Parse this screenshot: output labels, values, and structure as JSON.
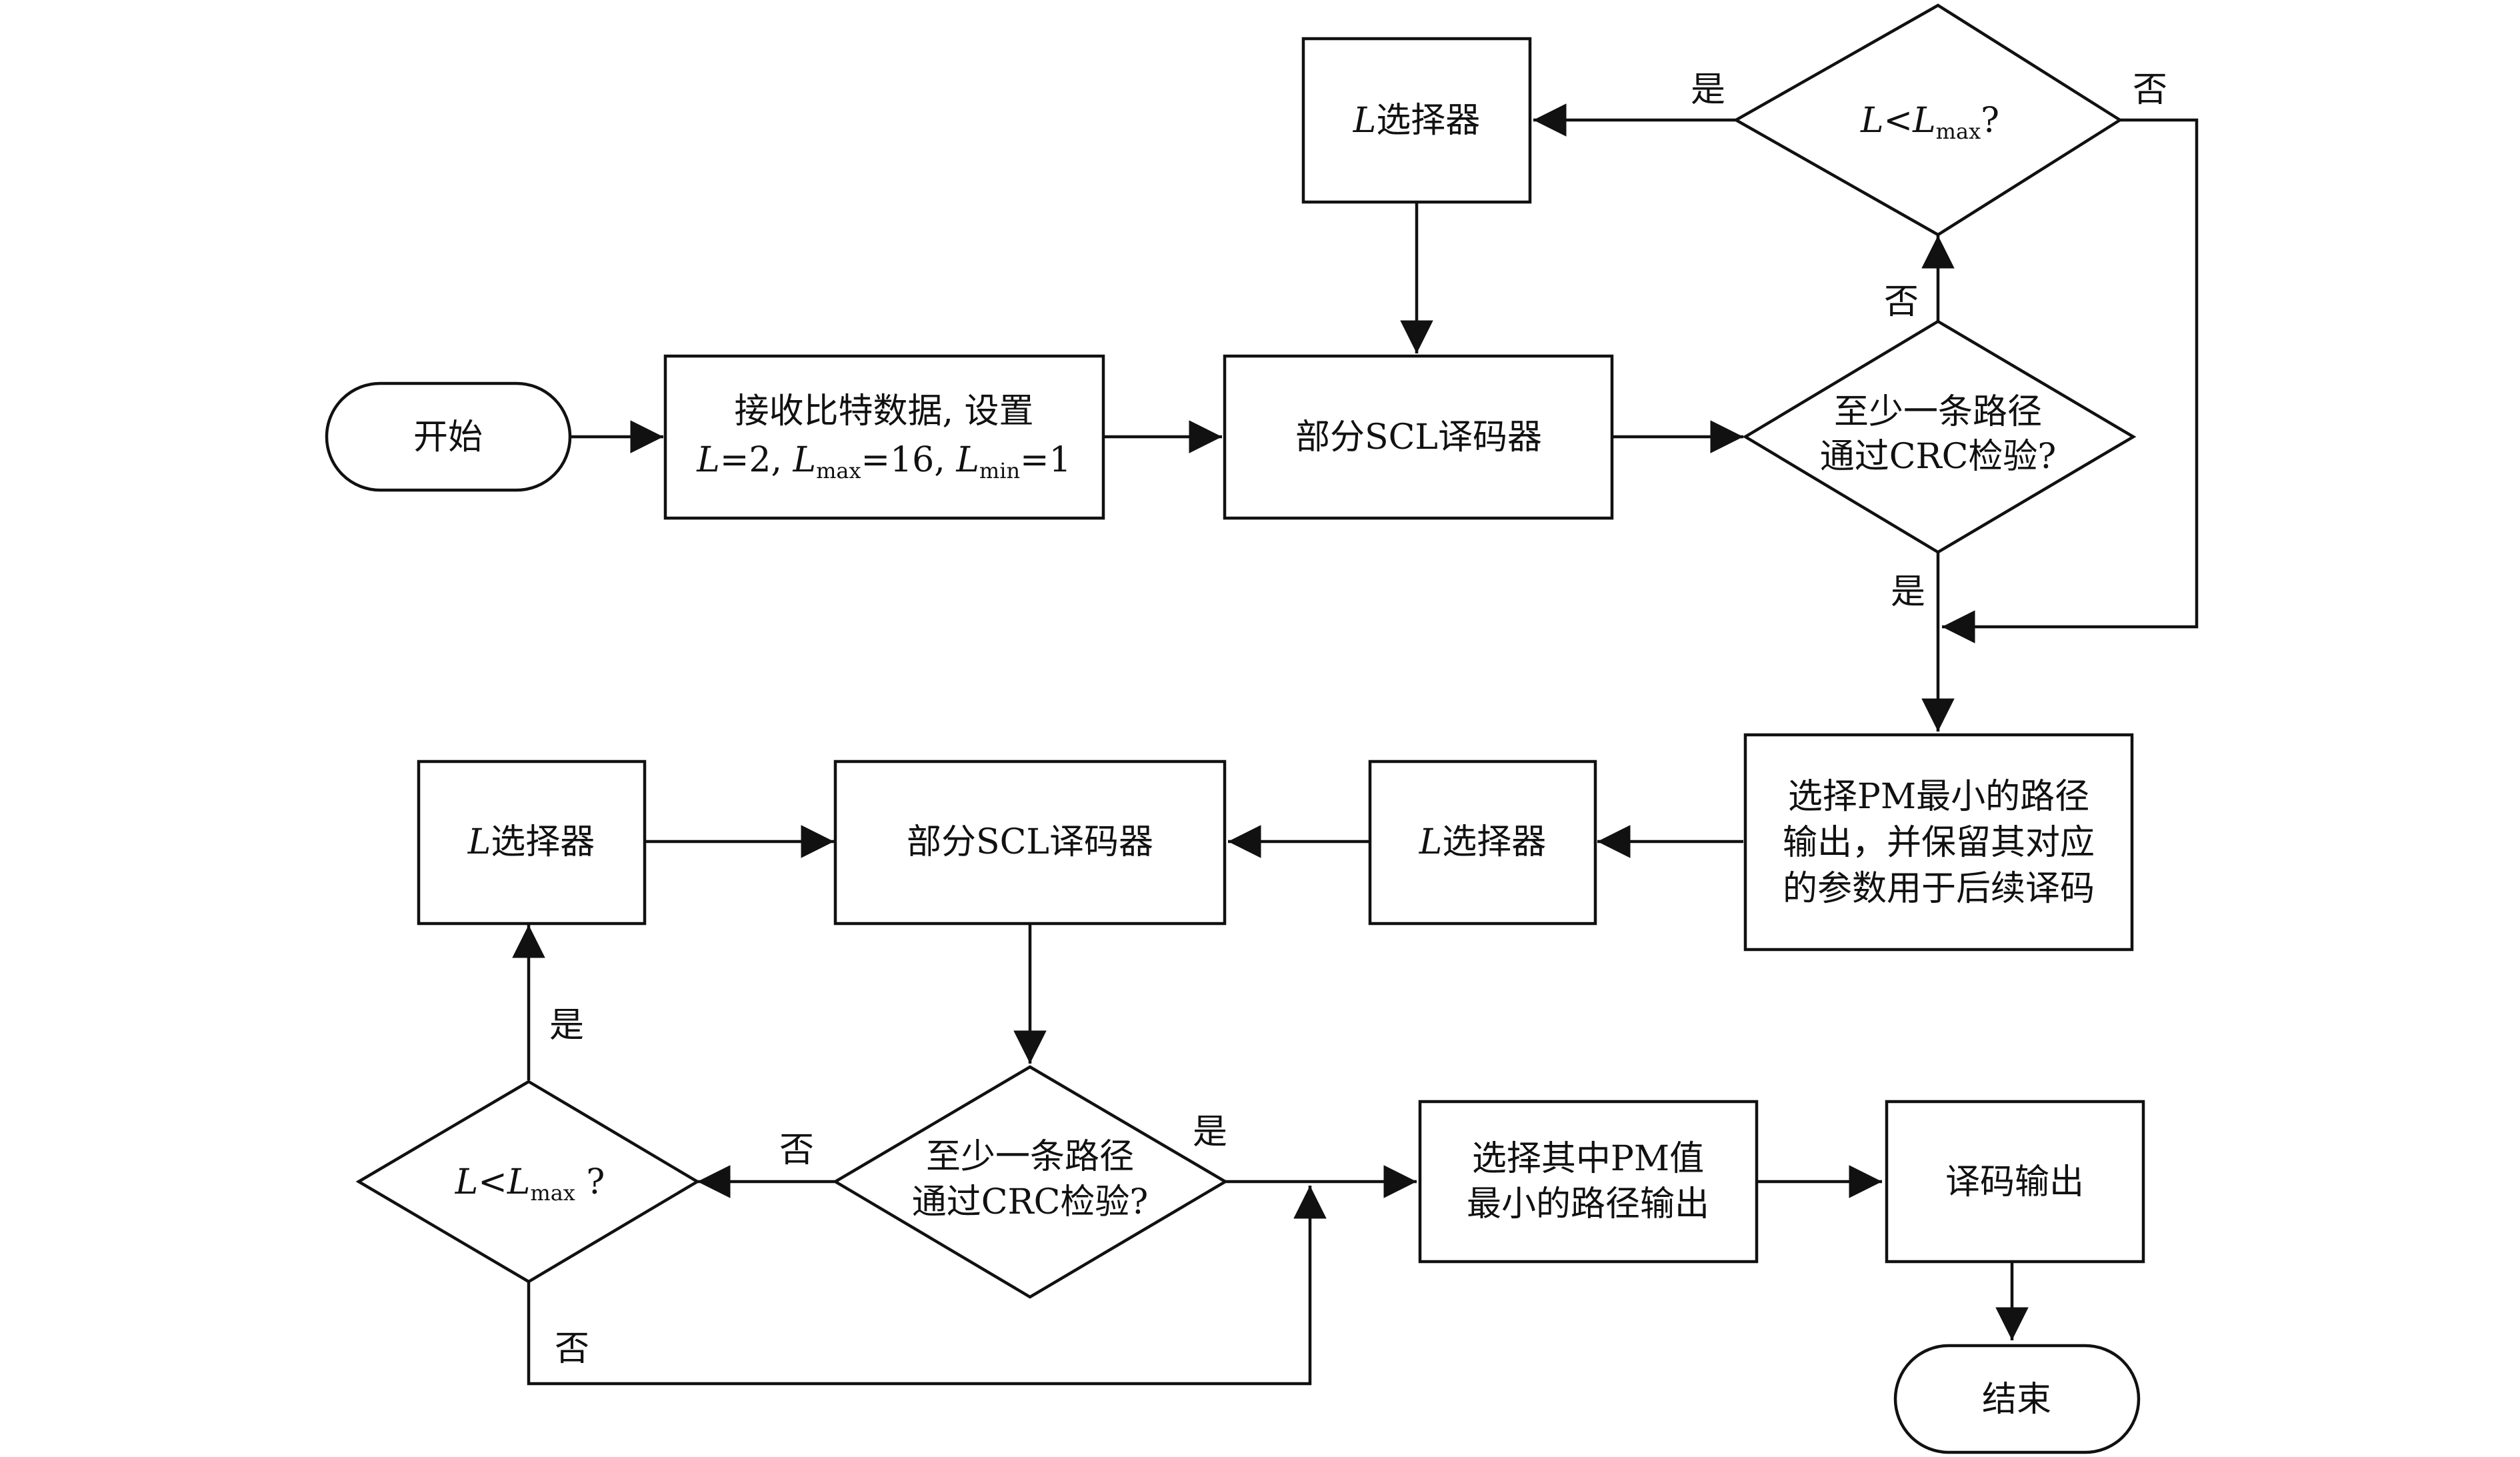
{
  "nodes": {
    "start": {
      "label": "开始"
    },
    "init": {
      "line1": "接收比特数据, 设置",
      "line2_p1": "L",
      "line2_p2": "=2, ",
      "line2_p3": "L",
      "line2_p4": "max",
      "line2_p5": "=16, ",
      "line2_p6": "L",
      "line2_p7": "min",
      "line2_p8": "=1"
    },
    "scl1": {
      "label": "部分SCL译码器"
    },
    "crc1": {
      "line1": "至少一条路径",
      "line2": "通过CRC检验?"
    },
    "cmp1": {
      "p1": "L",
      "p2": "<",
      "p3": "L",
      "p4": "max",
      "p5": "?"
    },
    "sel1": {
      "p1": "L",
      "p2": "选择器"
    },
    "pick1": {
      "line1": "选择PM最小的路径",
      "line2": "输出，并保留其对应",
      "line3": "的参数用于后续译码"
    },
    "sel2": {
      "p1": "L",
      "p2": "选择器"
    },
    "scl2": {
      "label": "部分SCL译码器"
    },
    "sel3": {
      "p1": "L",
      "p2": "选择器"
    },
    "crc2": {
      "line1": "至少一条路径",
      "line2": "通过CRC检验?"
    },
    "cmp2": {
      "p1": "L",
      "p2": "<",
      "p3": "L",
      "p4": "max",
      "p5": " ?"
    },
    "pick2": {
      "line1": "选择其中PM值",
      "line2": "最小的路径输出"
    },
    "out": {
      "label": "译码输出"
    },
    "end": {
      "label": "结束"
    }
  },
  "edges": {
    "cmp1_yes": "是",
    "cmp1_no": "否",
    "crc1_no": "否",
    "crc1_yes": "是",
    "crc2_no": "否",
    "crc2_yes": "是",
    "cmp2_yes": "是",
    "cmp2_no": "否"
  }
}
